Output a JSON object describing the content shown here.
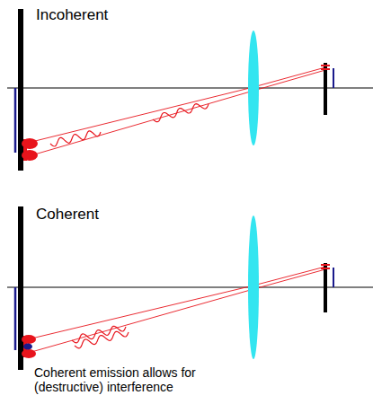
{
  "diagram": {
    "labels": [
      "Incoherent",
      "Coherent",
      "Coherent emission allows for (destructive) interference"
    ]
  }
}
